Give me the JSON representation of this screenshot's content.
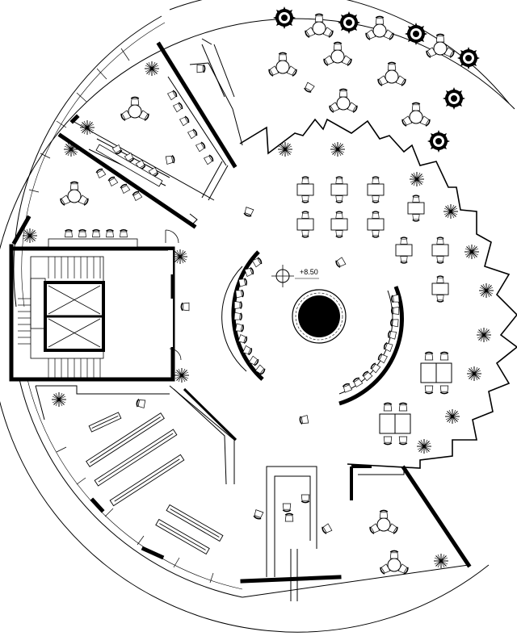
{
  "floor_plan": {
    "elevation_label": "+8.50",
    "elevation_marker": "crosshair-icon",
    "ink_color": "#000000",
    "paper_color": "#ffffff",
    "plant_symbol": "snowflake-plant-icon",
    "rooms": [
      "stair-core",
      "elevator-shafts",
      "central-atrium",
      "reading-hall",
      "stacks-area",
      "offices",
      "lounge"
    ]
  }
}
